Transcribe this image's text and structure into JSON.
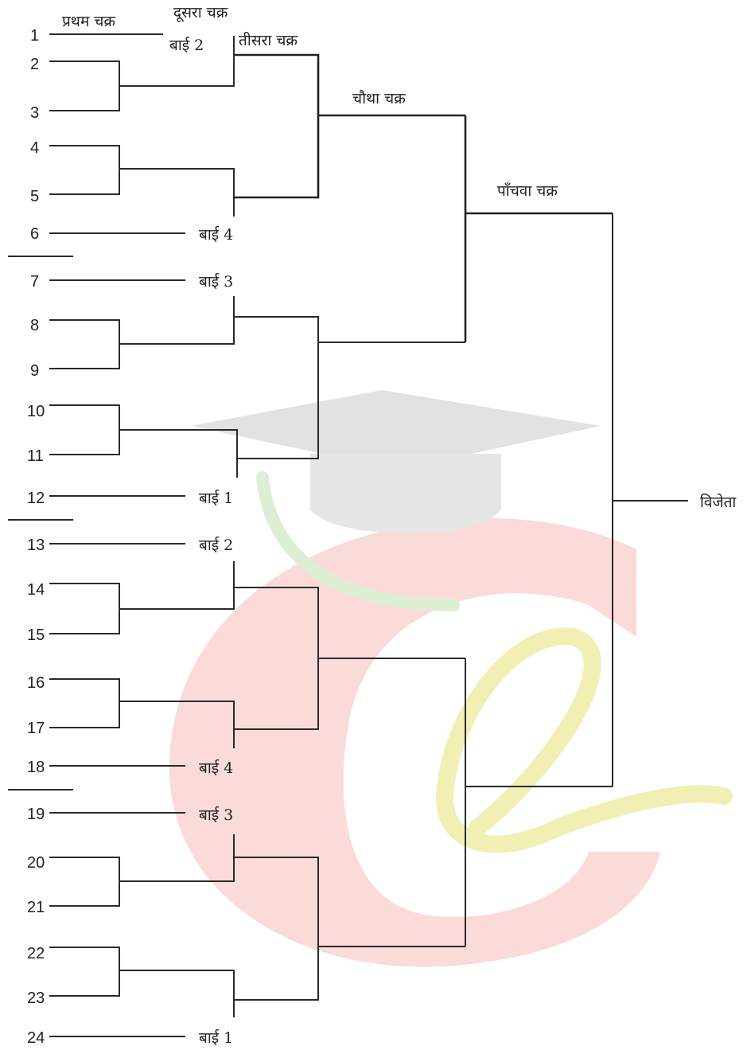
{
  "rounds": {
    "r1": "प्रथम चक्र",
    "r2": "दूसरा चक्र",
    "r3": "तीसरा चक्र",
    "r4": "चौथा चक्र",
    "r5": "पाँचवा चक्र"
  },
  "teams": [
    "1",
    "2",
    "3",
    "4",
    "5",
    "6",
    "7",
    "8",
    "9",
    "10",
    "11",
    "12",
    "13",
    "14",
    "15",
    "16",
    "17",
    "18",
    "19",
    "20",
    "21",
    "22",
    "23",
    "24"
  ],
  "byes": {
    "top": "बाई 2",
    "b6": "बाई 4",
    "b7": "बाई 3",
    "b12": "बाई 1",
    "b13": "बाई 2",
    "b18": "बाई 4",
    "b19": "बाई 3",
    "b24": "बाई 1"
  },
  "winner": "विजेता",
  "colors": {
    "line": "#2a2a2a",
    "watermark_red": "#f9d3d3",
    "watermark_yellow": "#f3f1b8",
    "watermark_green": "#d8efd3",
    "watermark_gray": "#dcdcdc"
  },
  "watermark_icon": "graduation-cap-logo"
}
